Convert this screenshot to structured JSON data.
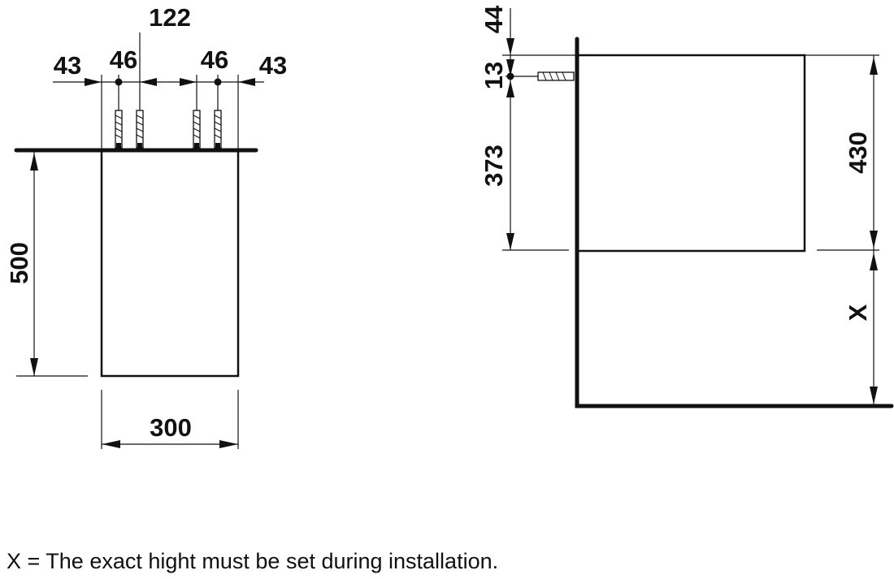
{
  "front_view": {
    "dims": {
      "top_center": "122",
      "left_outer": "43",
      "left_inner": "46",
      "right_inner": "46",
      "right_outer": "43",
      "height": "500",
      "width": "300"
    }
  },
  "side_view": {
    "dims": {
      "top_offset": "44",
      "anchor_height": "13",
      "anchor_to_bottom": "373",
      "cabinet_height": "430",
      "x_label": "X"
    }
  },
  "note": "X = The exact hight must be set during installation."
}
